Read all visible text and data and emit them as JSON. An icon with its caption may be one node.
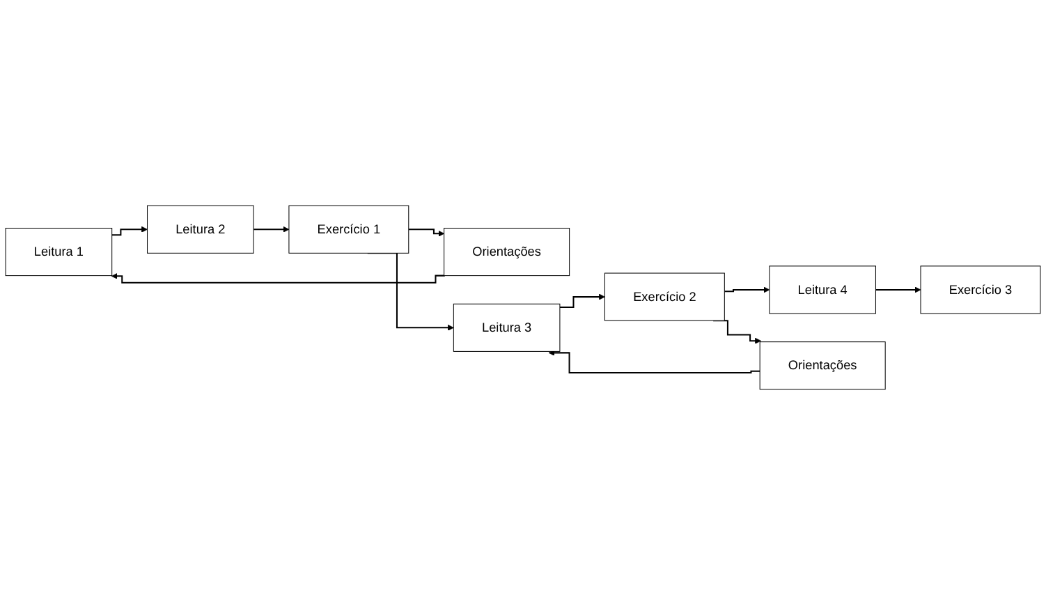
{
  "diagram": {
    "nodes": [
      {
        "text": [
          "Leitura 1"
        ]
      },
      {
        "text": [
          "Leitura 2"
        ]
      },
      {
        "text": [
          "Orientações"
        ]
      },
      {
        "text": [
          "Exercício 1"
        ]
      },
      {
        "text": [
          "Leitura 3"
        ]
      },
      {
        "text": [
          "Exercício 2"
        ]
      },
      {
        "text": [
          "Leitura 4"
        ]
      },
      {
        "text": [
          "Exercício 3"
        ]
      },
      {
        "text": [
          "Orientações"
        ]
      }
    ],
    "edges": [
      {
        "from": 0,
        "to": 1,
        "arrow": "to"
      },
      {
        "from": 1,
        "to": 3,
        "arrow": "to"
      },
      {
        "from": 3,
        "to": 2,
        "arrow": "to"
      },
      {
        "from": 2,
        "to": 0,
        "arrow": "to"
      },
      {
        "from": 3,
        "to": 4,
        "arrow": "to"
      },
      {
        "from": 4,
        "to": 5,
        "arrow": "to"
      },
      {
        "from": 5,
        "to": 6,
        "arrow": "to"
      },
      {
        "from": 6,
        "to": 7,
        "arrow": "to"
      },
      {
        "from": 5,
        "to": 8,
        "arrow": "to"
      },
      {
        "from": 8,
        "to": 4,
        "arrow": "to"
      }
    ]
  }
}
